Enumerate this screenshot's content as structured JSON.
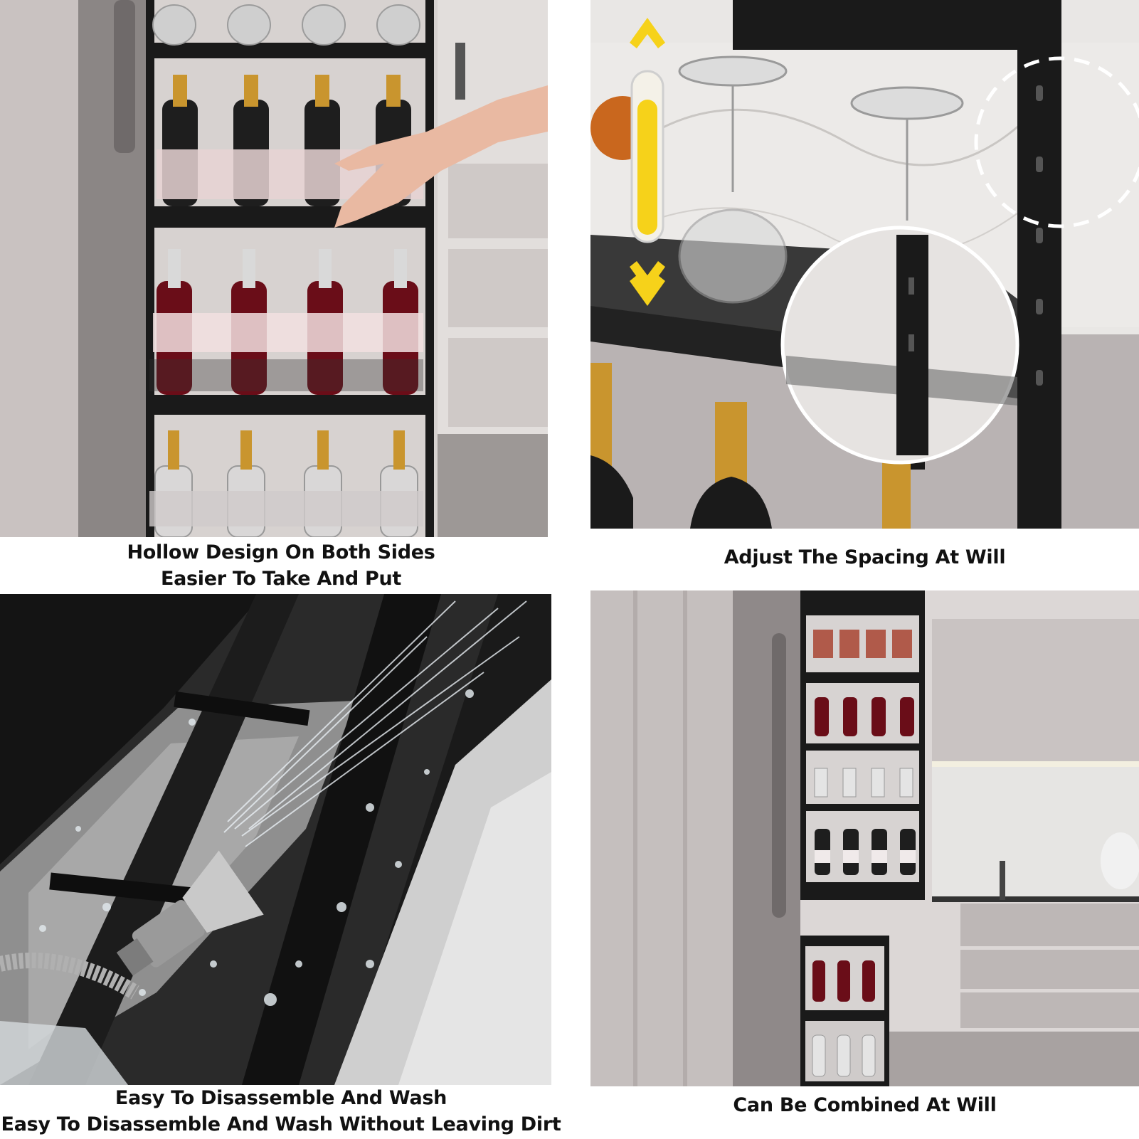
{
  "panels": [
    {
      "caption_lines": [
        "Hollow Design On Both Sides",
        "Easier To Take And Put"
      ]
    },
    {
      "caption_lines": [
        "Adjust The Spacing At Will"
      ]
    },
    {
      "caption_lines": [
        "Easy To Disassemble And Wash",
        "Easy To Disassemble And Wash Without Leaving Dirt"
      ]
    },
    {
      "caption_lines": [
        "Can Be Combined At Will"
      ]
    }
  ],
  "colors": {
    "rack_black": "#1a1a1a",
    "cabinet_grey": "#b9b3b3",
    "marble": "#eceae8",
    "wine_red": "#6a0d18",
    "gold_foil": "#c9952e",
    "arrow_yellow": "#f6d21a",
    "steel": "#9a9a9a"
  }
}
